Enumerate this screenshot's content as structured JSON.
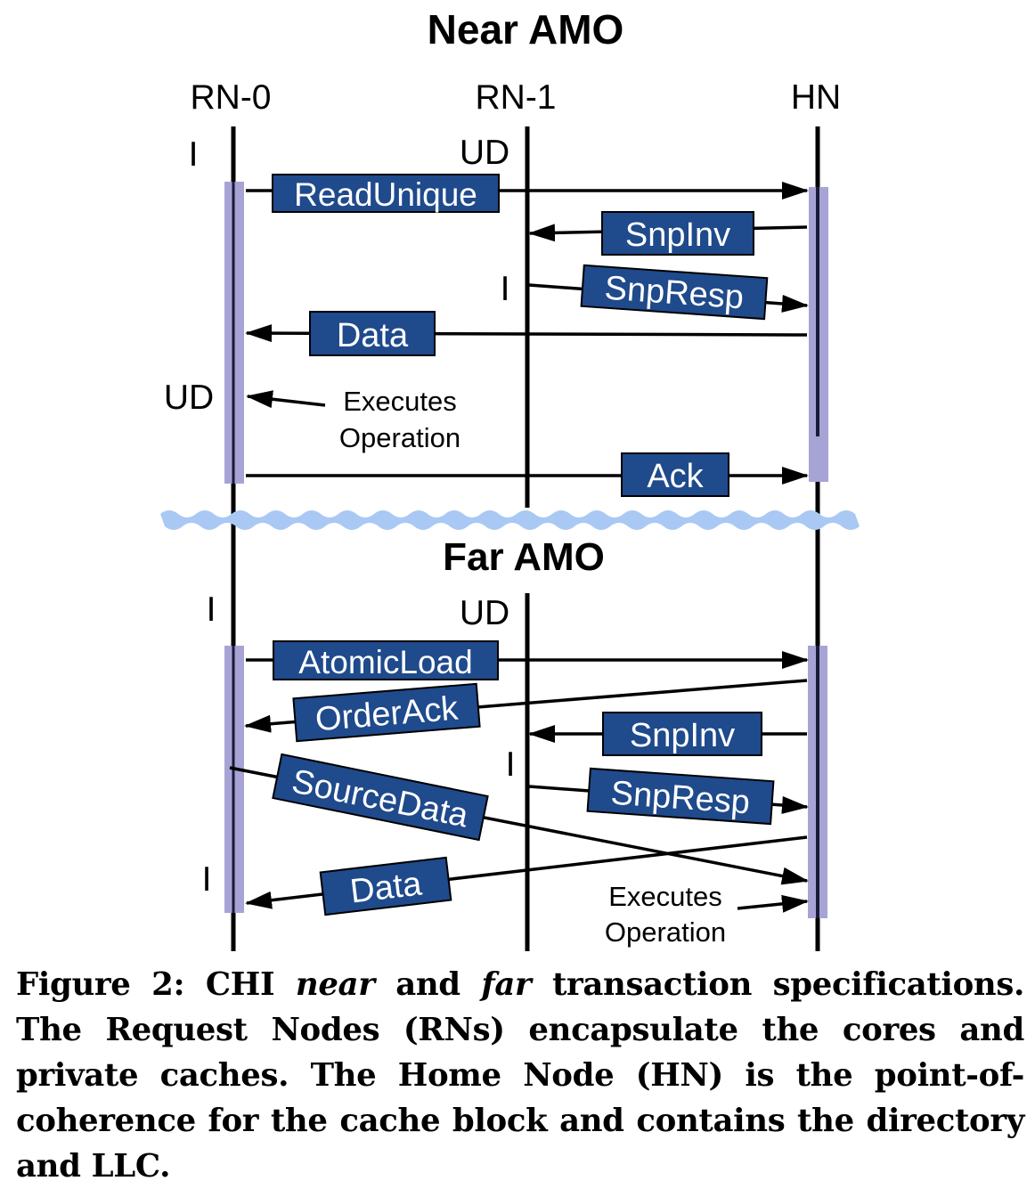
{
  "titles": {
    "near": "Near AMO",
    "far": "Far AMO"
  },
  "nodes": {
    "rn0": "RN-0",
    "rn1": "RN-1",
    "hn": "HN"
  },
  "near": {
    "states": {
      "rn0_initial": "I",
      "rn1_initial": "UD",
      "rn1_after": "I",
      "rn0_final": "UD"
    },
    "messages": {
      "read_unique": "ReadUnique",
      "snp_inv": "SnpInv",
      "snp_resp": "SnpResp",
      "data": "Data",
      "ack": "Ack"
    },
    "annotation": {
      "line1": "Executes",
      "line2": "Operation"
    }
  },
  "far": {
    "states": {
      "rn0_initial": "I",
      "rn1_initial": "UD",
      "rn1_after": "I",
      "rn0_final": "I"
    },
    "messages": {
      "atomic_load": "AtomicLoad",
      "order_ack": "OrderAck",
      "snp_inv": "SnpInv",
      "source_data": "SourceData",
      "snp_resp": "SnpResp",
      "data": "Data"
    },
    "annotation": {
      "line1": "Executes",
      "line2": "Operation"
    }
  },
  "caption": {
    "label": "Figure 2: CHI ",
    "em1": "near",
    "mid": " and ",
    "em2": "far",
    "rest": " transaction specifications. The Request Nodes (RNs) encapsulate the cores and private caches. The Home Node (HN) is the point-of-coherence for the cache block and contains the directory and LLC."
  },
  "colors": {
    "box": "#1f4a8c",
    "activation": "#a7a3d4",
    "wave": "#a9c9f4",
    "line": "#000000"
  }
}
